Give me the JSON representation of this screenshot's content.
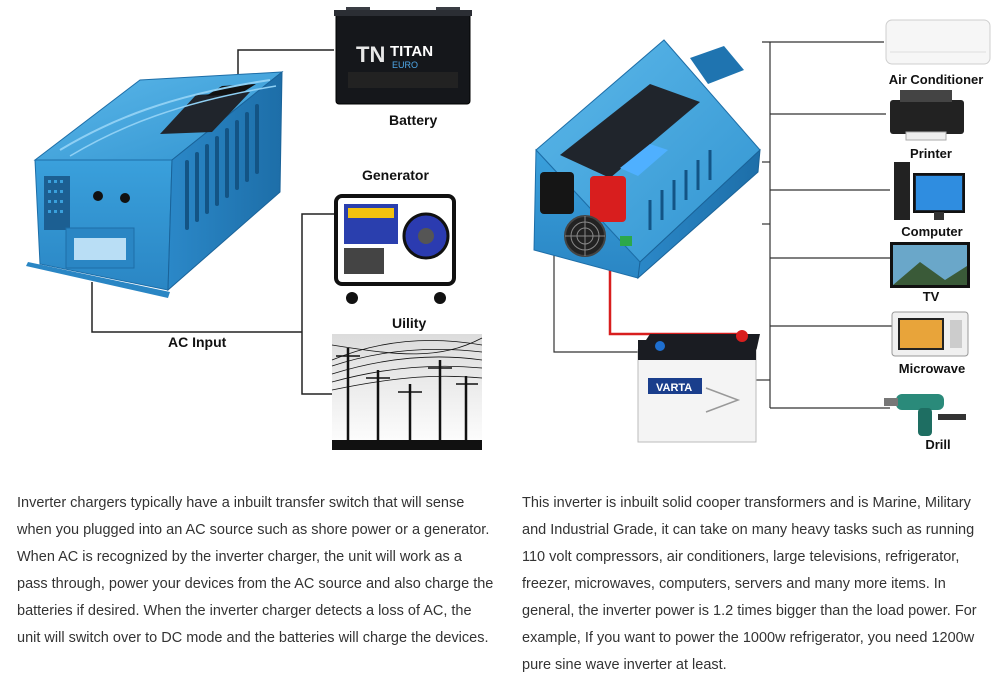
{
  "diagram": {
    "left": {
      "battery_label": "Battery",
      "battery_brand": "TITAN",
      "battery_brand_logo": "TN",
      "battery_sub": "EURO",
      "generator_label": "Generator",
      "utility_label": "Uility",
      "ac_input_label": "AC Input"
    },
    "right": {
      "battery_brand": "VARTA",
      "devices": [
        "Air Conditioner",
        "Printer",
        "Computer",
        "TV",
        "Microwave",
        "Drill"
      ]
    }
  },
  "text": {
    "left": "Inverter chargers typically have a inbuilt transfer switch that will sense when you plugged into an AC source such as shore power or a generator. When AC is recognized by the inverter charger, the unit will work as a pass through, power your devices from the AC source and also charge the batteries if desired. When the inverter charger detects a loss of AC, the unit will switch over to DC mode and the batteries will charge the devices.",
    "right": "This inverter is inbuilt solid cooper transformers and is Marine, Military and Industrial Grade, it can take on many heavy tasks such as running 110 volt compressors, air conditioners, large televisions, refrigerator, freezer, microwaves, computers, servers and many more items. In general, the inverter power is 1.2 times bigger than the load power. For example, If you want to power the 1000w refrigerator, you need 1200w pure sine wave inverter at least."
  },
  "colors": {
    "inverter_blue": "#3a9fd8",
    "inverter_dark": "#1f74b0",
    "cable_red": "#d81e1e"
  }
}
